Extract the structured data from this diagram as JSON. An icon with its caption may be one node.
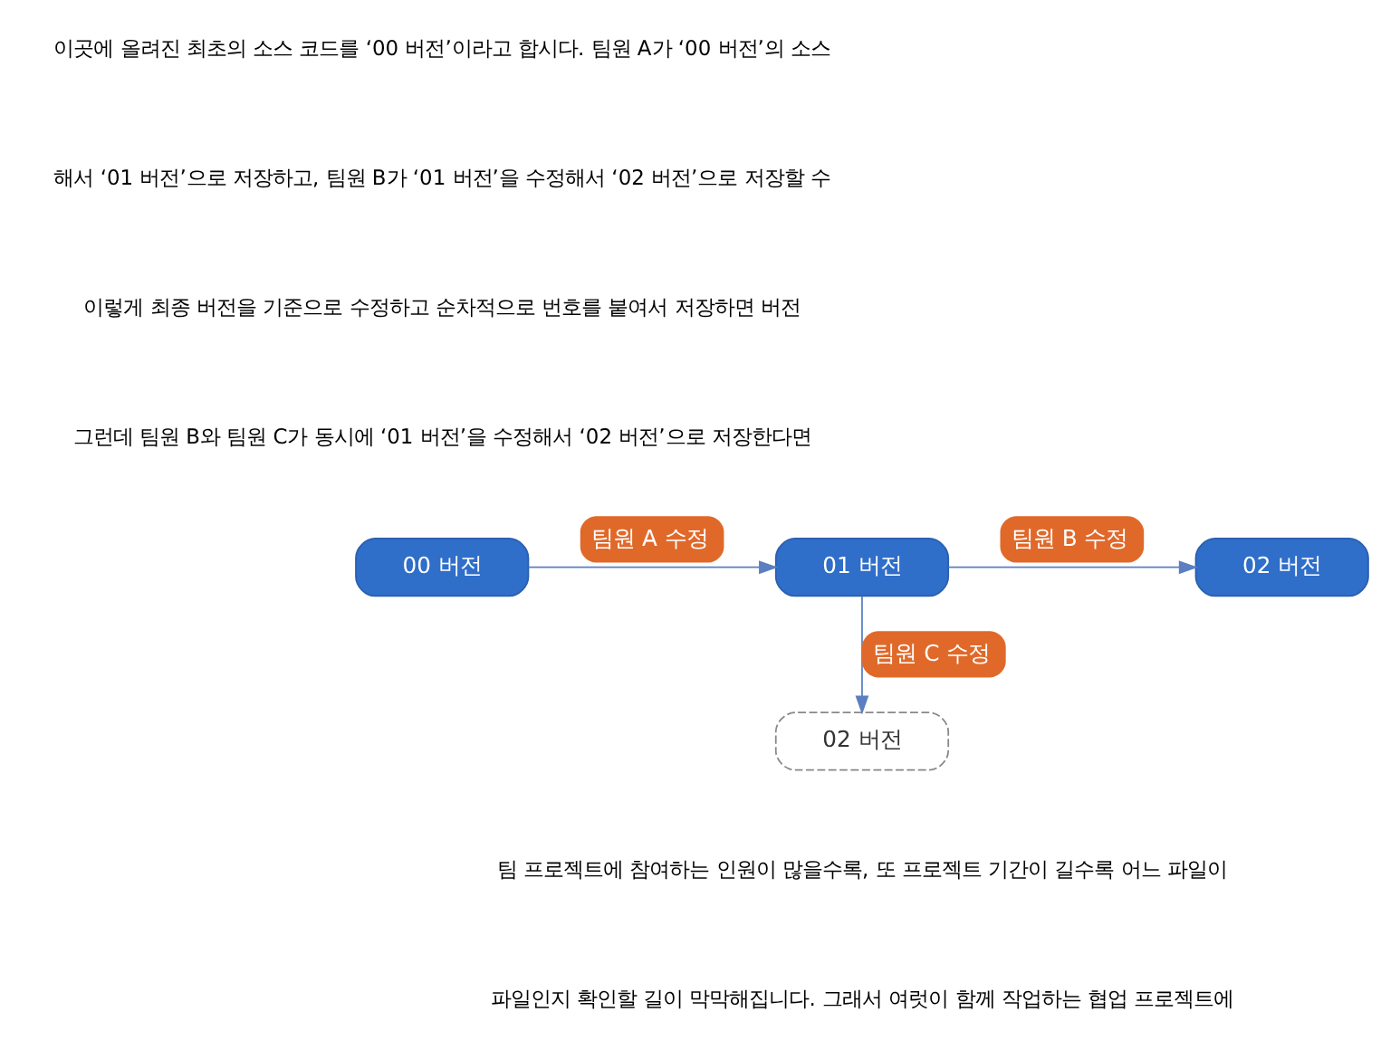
{
  "diagram": {
    "nodes": [
      {
        "text": [
          "00 버전"
        ]
      },
      {
        "text": [
          "01 버전"
        ]
      },
      {
        "text": [
          "02 버전"
        ]
      },
      {
        "text": [
          "02 버전"
        ]
      }
    ],
    "edges": [
      {
        "from": 0,
        "to": 1,
        "arrow": "to",
        "label": "팀원 A 수정"
      },
      {
        "from": 1,
        "to": 2,
        "arrow": "to",
        "label": "팀원 B 수정"
      },
      {
        "from": 1,
        "to": 3,
        "arrow": "to",
        "label": "팀원 C 수정"
      }
    ],
    "labels": [
      "이곳에 올려진 최초의 소스 코드를 ‘00 버전’이라고 합시다. 팀원 A가 ‘00 버전’의 소스",
      "해서 ‘01 버전’으로 저장하고, 팀원 B가 ‘01 버전’을 수정해서 ‘02 버전’으로 저장할 수",
      "이렇게 최종 버전을 기준으로 수정하고 순차적으로 번호를 붙여서 저장하면 버전",
      "그런데 팀원 B와 팀원 C가 동시에 ‘01 버전’을 수정해서 ‘02 버전’으로 저장한다면",
      "팀 프로젝트에 참여하는 인원이 많을수록, 또 프로젝트 기간이 길수록 어느 파일이",
      "파일인지 확인할 길이 막막해집니다. 그래서 여럿이 함께 작업하는 협업 프로젝트에"
    ]
  }
}
